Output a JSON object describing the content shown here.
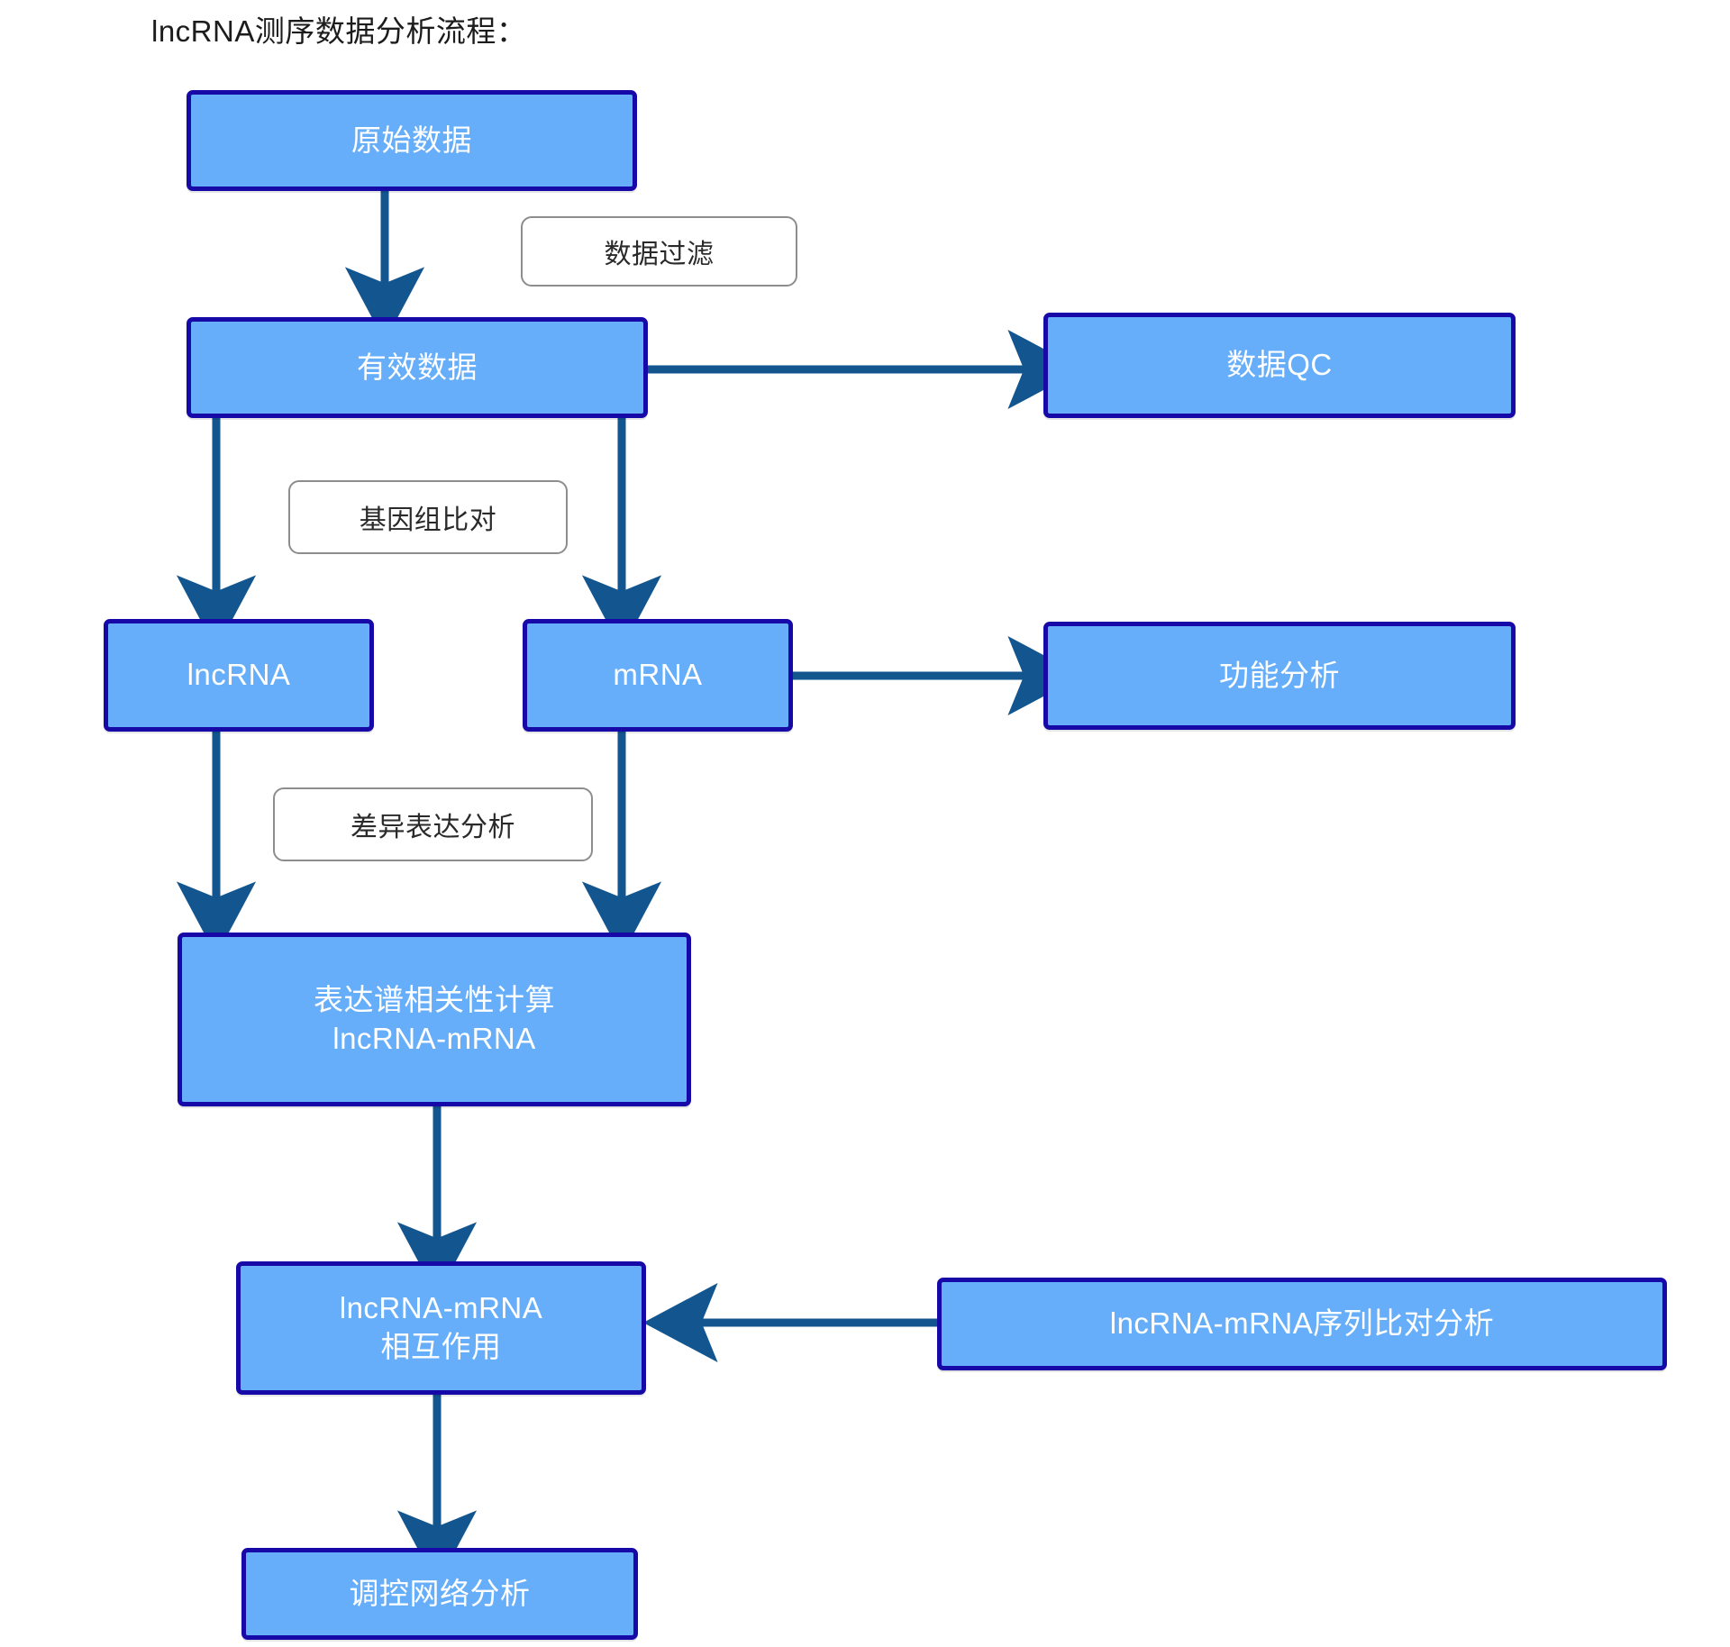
{
  "title": "lncRNA测序数据分析流程：",
  "colors": {
    "node_fill": "#66aefa",
    "node_border": "#1709a8",
    "node_text": "#ffffff",
    "edge": "#12558f",
    "chip_border": "#8d8d8d",
    "chip_text": "#2a2a2a",
    "background": "#ffffff"
  },
  "nodes": {
    "raw_data": {
      "label": "原始数据"
    },
    "clean_data": {
      "label": "有效数据"
    },
    "data_qc": {
      "label": "数据QC"
    },
    "lncrna": {
      "label": "lncRNA"
    },
    "mrna": {
      "label": "mRNA"
    },
    "function_analysis": {
      "label": "功能分析"
    },
    "correlation": {
      "line1": "表达谱相关性计算",
      "line2": "lncRNA-mRNA"
    },
    "interaction": {
      "line1": "lncRNA-mRNA",
      "line2": "相互作用"
    },
    "seq_alignment": {
      "label": "lncRNA-mRNA序列比对分析"
    },
    "network_analysis": {
      "label": "调控网络分析"
    }
  },
  "edge_labels": {
    "data_filter": "数据过滤",
    "genome_alignment": "基因组比对",
    "differential_expression": "差异表达分析"
  },
  "chart_data": {
    "type": "flowchart",
    "title": "lncRNA测序数据分析流程：",
    "nodes": [
      "原始数据",
      "有效数据",
      "数据QC",
      "lncRNA",
      "mRNA",
      "功能分析",
      "表达谱相关性计算 lncRNA-mRNA",
      "lncRNA-mRNA 相互作用",
      "lncRNA-mRNA序列比对分析",
      "调控网络分析"
    ],
    "edges": [
      {
        "from": "原始数据",
        "to": "有效数据",
        "label": "数据过滤",
        "direction": "down"
      },
      {
        "from": "有效数据",
        "to": "数据QC",
        "label": "",
        "direction": "right"
      },
      {
        "from": "有效数据",
        "to": "lncRNA",
        "label": "基因组比对",
        "direction": "down"
      },
      {
        "from": "有效数据",
        "to": "mRNA",
        "label": "基因组比对",
        "direction": "down"
      },
      {
        "from": "mRNA",
        "to": "功能分析",
        "label": "",
        "direction": "right"
      },
      {
        "from": "lncRNA",
        "to": "表达谱相关性计算 lncRNA-mRNA",
        "label": "差异表达分析",
        "direction": "down"
      },
      {
        "from": "mRNA",
        "to": "表达谱相关性计算 lncRNA-mRNA",
        "label": "差异表达分析",
        "direction": "down"
      },
      {
        "from": "表达谱相关性计算 lncRNA-mRNA",
        "to": "lncRNA-mRNA 相互作用",
        "label": "",
        "direction": "down"
      },
      {
        "from": "lncRNA-mRNA序列比对分析",
        "to": "lncRNA-mRNA 相互作用",
        "label": "",
        "direction": "left"
      },
      {
        "from": "lncRNA-mRNA 相互作用",
        "to": "调控网络分析",
        "label": "",
        "direction": "down"
      }
    ]
  }
}
